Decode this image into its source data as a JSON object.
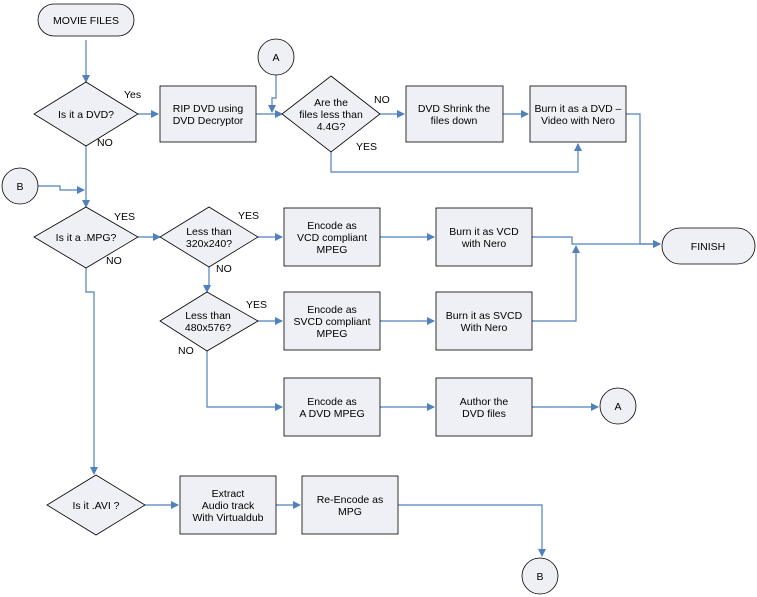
{
  "diagram": {
    "start": [
      "MOVIE FILES"
    ],
    "finish": [
      "FINISH"
    ],
    "connector_a_top": [
      "A"
    ],
    "connector_a_right": [
      "A"
    ],
    "connector_b_left": [
      "B"
    ],
    "connector_b_bottom": [
      "B"
    ],
    "is_dvd": [
      "Is it a DVD?"
    ],
    "rip_dvd": [
      "RIP DVD using",
      "DVD Decryptor"
    ],
    "files_less_44": [
      "Are the",
      "files less than",
      "4.4G?"
    ],
    "dvd_shrink": [
      "DVD Shrink the",
      "files down"
    ],
    "burn_dvd": [
      "Burn it as a DVD –",
      "Video with Nero"
    ],
    "is_mpg": [
      "Is it a  .MPG?"
    ],
    "less_320": [
      "Less than",
      "320x240?"
    ],
    "encode_vcd": [
      "Encode as",
      "VCD compliant",
      "MPEG"
    ],
    "burn_vcd": [
      "Burn it as VCD",
      "with Nero"
    ],
    "less_480": [
      "Less than",
      "480x576?"
    ],
    "encode_svcd": [
      "Encode as",
      "SVCD compliant",
      "MPEG"
    ],
    "burn_svcd": [
      "Burn it as SVCD",
      "With Nero"
    ],
    "encode_dvd_mpeg": [
      "Encode as",
      "A DVD MPEG"
    ],
    "author_dvd": [
      "Author the",
      "DVD files"
    ],
    "is_avi": [
      "Is it  .AVI ?"
    ],
    "extract_audio": [
      "Extract",
      "Audio track",
      "With Virtualdub"
    ],
    "reencode_mpg": [
      "Re-Encode as",
      "MPG"
    ]
  },
  "edge_labels": {
    "dvd_yes": "Yes",
    "dvd_no": "NO",
    "size_no": "NO",
    "size_yes": "YES",
    "mpg_yes": "YES",
    "mpg_no": "NO",
    "vcd_yes": "YES",
    "vcd_no": "NO",
    "svcd_yes": "YES",
    "svcd_no": "NO"
  },
  "colors": {
    "node_fill": "#eef0f6",
    "node_stroke": "#000000",
    "edge": "#4f81bd"
  }
}
